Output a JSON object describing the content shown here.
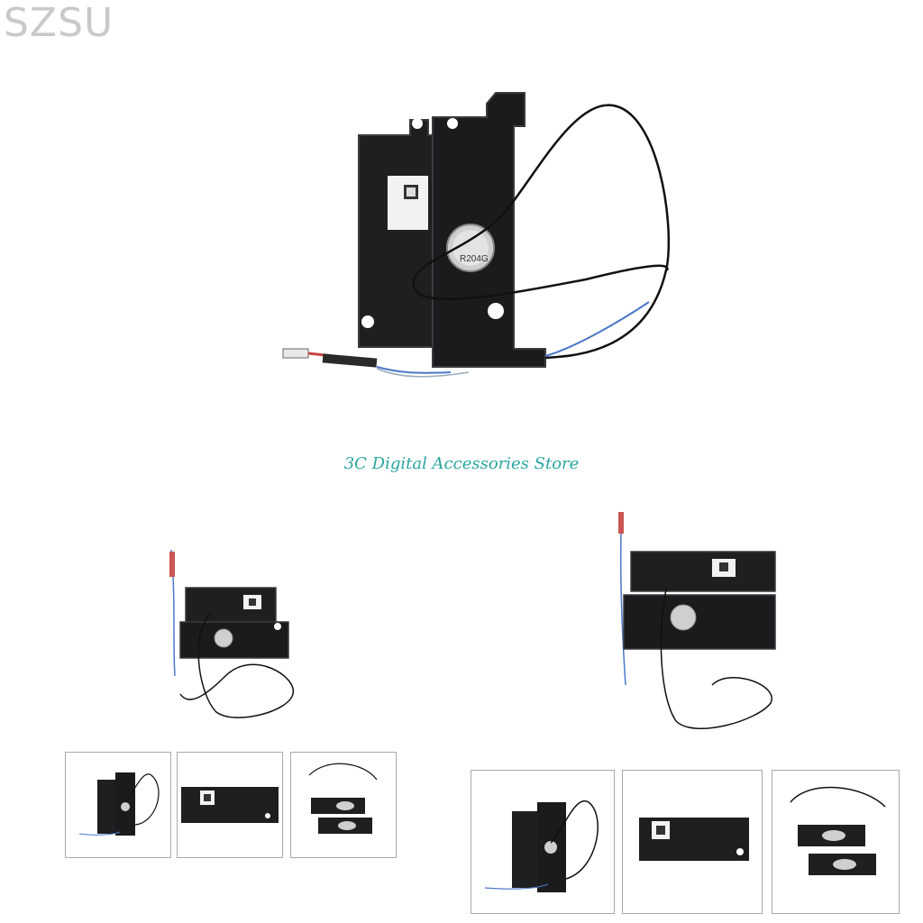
{
  "watermark": "SZSU",
  "store_name": "3C Digital Accessories Store",
  "main_photo": {
    "label_text": "R204G"
  },
  "colors": {
    "speaker_body": "#1c1d1f",
    "speaker_edge": "#3a3b3e",
    "cable_black": "#111111",
    "cable_blue": "#4a78c8",
    "store_text": "#2aa7a0",
    "thumb_border": "#a9a9a9"
  },
  "thumbnails_left": [
    {
      "name": "thumb-left-1"
    },
    {
      "name": "thumb-left-2"
    },
    {
      "name": "thumb-left-3"
    }
  ],
  "thumbnails_right": [
    {
      "name": "thumb-right-1"
    },
    {
      "name": "thumb-right-2"
    },
    {
      "name": "thumb-right-3"
    }
  ]
}
